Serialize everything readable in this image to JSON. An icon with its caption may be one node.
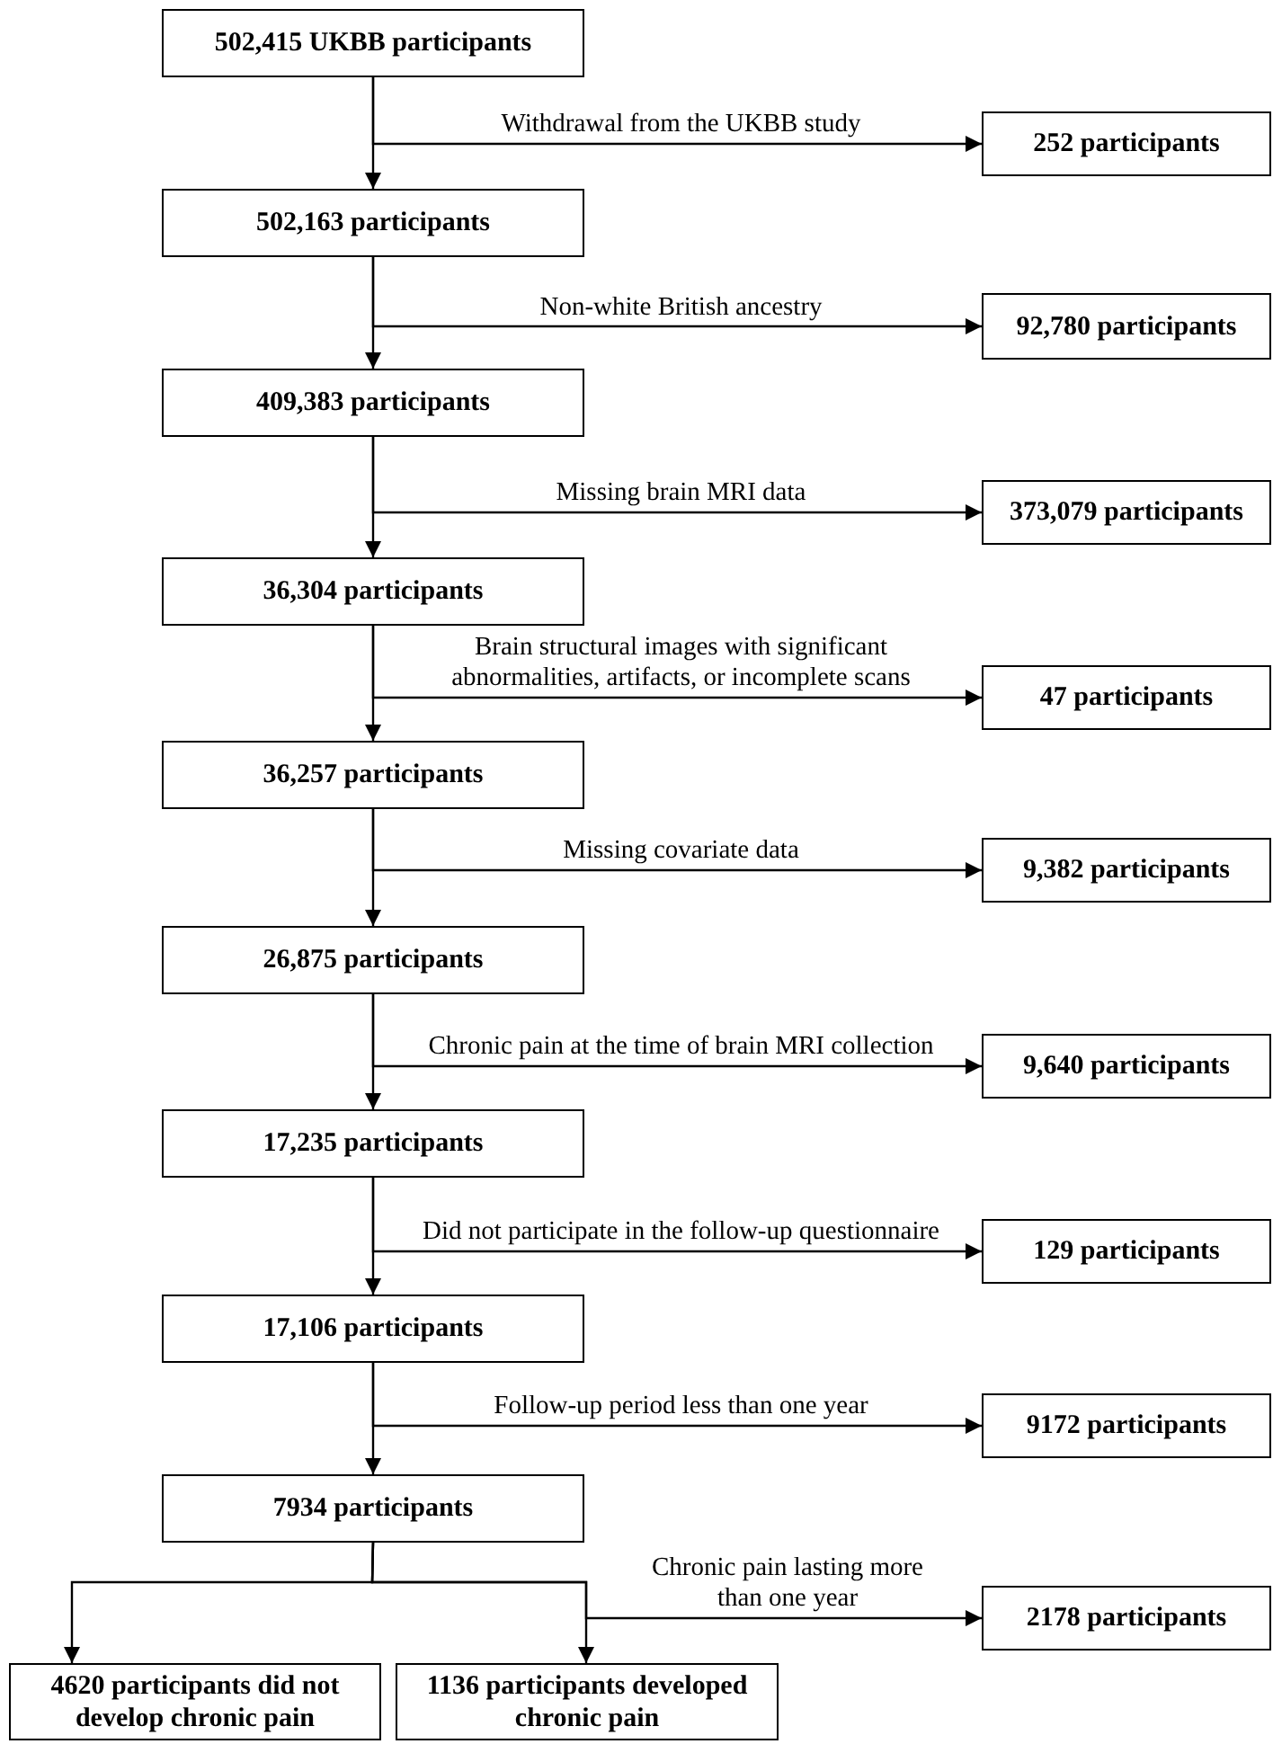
{
  "diagram": {
    "nodes": [
      {
        "text": [
          "502,415 UKBB participants"
        ]
      },
      {
        "text": [
          "252 participants"
        ]
      },
      {
        "text": [
          "502,163 participants"
        ]
      },
      {
        "text": [
          "92,780 participants"
        ]
      },
      {
        "text": [
          "409,383 participants"
        ]
      },
      {
        "text": [
          "373,079 participants"
        ]
      },
      {
        "text": [
          "36,304 participants"
        ]
      },
      {
        "text": [
          "47 participants"
        ]
      },
      {
        "text": [
          "36,257 participants"
        ]
      },
      {
        "text": [
          "9,382 participants"
        ]
      },
      {
        "text": [
          "26,875 participants"
        ]
      },
      {
        "text": [
          "9,640 participants"
        ]
      },
      {
        "text": [
          "17,235 participants"
        ]
      },
      {
        "text": [
          "129 participants"
        ]
      },
      {
        "text": [
          "17,106 participants"
        ]
      },
      {
        "text": [
          "9172 participants"
        ]
      },
      {
        "text": [
          "7934 participants"
        ]
      },
      {
        "text": [
          "2178 participants"
        ]
      },
      {
        "text": [
          "4620 participants did not develop chronic pain"
        ]
      },
      {
        "text": [
          "1136 participants developed chronic pain"
        ]
      }
    ],
    "edges": [
      {
        "from": 0,
        "to": 2,
        "arrow": "to"
      },
      {
        "from": 0,
        "to": 1,
        "arrow": "to",
        "label": "Withdrawal from the UKBB study"
      },
      {
        "from": 2,
        "to": 4,
        "arrow": "to"
      },
      {
        "from": 2,
        "to": 3,
        "arrow": "to",
        "label": "Non-white British ancestry"
      },
      {
        "from": 4,
        "to": 6,
        "arrow": "to"
      },
      {
        "from": 4,
        "to": 5,
        "arrow": "to",
        "label": "Missing brain MRI data"
      },
      {
        "from": 6,
        "to": 8,
        "arrow": "to"
      },
      {
        "from": 6,
        "to": 7,
        "arrow": "to",
        "label": "Brain structural images with significant abnormalities, artifacts, or incomplete scans"
      },
      {
        "from": 8,
        "to": 10,
        "arrow": "to"
      },
      {
        "from": 8,
        "to": 9,
        "arrow": "to",
        "label": "Missing covariate data"
      },
      {
        "from": 10,
        "to": 12,
        "arrow": "to"
      },
      {
        "from": 10,
        "to": 11,
        "arrow": "to",
        "label": "Chronic pain at the time of brain MRI collection"
      },
      {
        "from": 12,
        "to": 14,
        "arrow": "to"
      },
      {
        "from": 12,
        "to": 13,
        "arrow": "to",
        "label": "Did not participate in the follow-up questionnaire"
      },
      {
        "from": 14,
        "to": 16,
        "arrow": "to"
      },
      {
        "from": 14,
        "to": 15,
        "arrow": "to",
        "label": "Follow-up period less than one year"
      },
      {
        "from": 16,
        "to": 18,
        "arrow": "to"
      },
      {
        "from": 16,
        "to": 19,
        "arrow": "to"
      },
      {
        "from": 16,
        "to": 17,
        "arrow": "to",
        "label": "Chronic pain lasting more than one year"
      }
    ]
  }
}
